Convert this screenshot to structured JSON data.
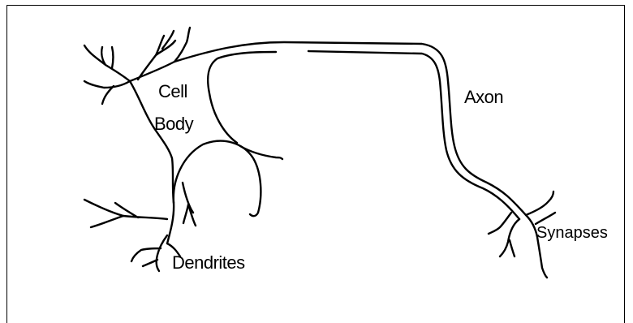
{
  "labels": {
    "cell": "Cell",
    "body": "Body",
    "axon": "Axon",
    "dendrites": "Dendrites",
    "synapses": "Synapses"
  },
  "colors": {
    "background": "#ffffff",
    "ink": "#000000"
  }
}
